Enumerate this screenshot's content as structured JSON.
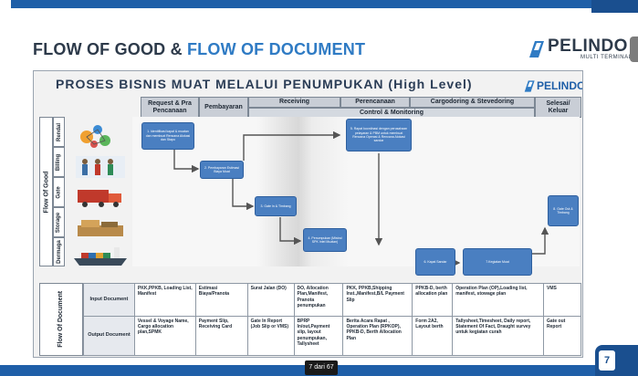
{
  "slide": {
    "title_part_a": "FLOW OF GOOD & ",
    "title_part_b": "FLOW OF DOCUMENT",
    "logo_word": "PELINDO",
    "logo_sub": "MULTI TERMINAL",
    "page_indicator": "7 dari 67",
    "page_number": "7",
    "colors": {
      "brand_blue": "#1f5fa8",
      "title_dark": "#2d3a4a",
      "title_blue": "#2f7bc4",
      "process_box": "#4a7fc1"
    }
  },
  "diagram": {
    "title": "PROSES BISNIS MUAT MELALUI PENUMPUKAN  (High Level)",
    "logo_word": "PELINDO",
    "headers": {
      "request": "Request & Pra Pencanaan",
      "pembayaran": "Pembayaran",
      "receiving": "Receiving",
      "perencanaan": "Perencanaan",
      "cargodoring": "Cargodoring & Stevedoring",
      "selesai": "Selesai/ Keluar",
      "control": "Control & Monitoring"
    },
    "group_label": "Flow Of Good",
    "lanes": [
      "Rendal",
      "Billing",
      "Gate",
      "Storage",
      "Dermaga"
    ],
    "lane_icons": [
      "planning-icon",
      "billing-icon",
      "truck-icon",
      "storage-icon",
      "ship-icon"
    ],
    "process_boxes": [
      "1. Identifikasi kapal & muatan dan membuat Rencana Alokasi dan Stapo",
      "2. Pembayaran Estimasi Biaya Muat",
      "3. Gate In & Timbang",
      "4. Penumpukan (Mistral SPK Intel Muatan)",
      "5. Rapat koordinasi dengan perusahaan pelayaran & PBM untuk membuat Rencana Operasi & Rencana Alokasi sandar",
      "6. Kapal Sandar",
      "7.Kegiatan Muat",
      "8. Gate Out & Timbang"
    ],
    "doc_group_label": "Flow Of Document",
    "doc_rows": [
      {
        "label": "Input Document",
        "cells": [
          "PKK,PPKB, Loading List, Manifest",
          "Estimasi Biaya/Pranota",
          "Surat Jalan (DO)",
          "DO, Allocation Plan,Manifest, Pranota penumpukan",
          "PKK, PPKB,Shipping Inst.,Manifest,B/L Payment Slip",
          "PPKB-D, berth allocation plan",
          "Operation Plan (OP),Loading list, manifest, stowage plan",
          "VMS"
        ]
      },
      {
        "label": "Output Document",
        "cells": [
          "Vessel & Voyage Name, Cargo allocation plan,SPMK",
          "Payment Slip, Receiving Card",
          "Gate In Report (Job Slip or VMS)",
          "BPRP In/out,Payment slip, layout penumpukan, Tallysheet",
          "Berita Acara Rapat , Operation Plan (RPKOP), PPKB-D, Berth Allocation Plan",
          "Form 2A2, Layout berth",
          "Tallysheet,Timesheet, Daily report, Statement Of Fact, Draught survey untuk kegiatan curah",
          "Gate out Report"
        ]
      }
    ]
  }
}
